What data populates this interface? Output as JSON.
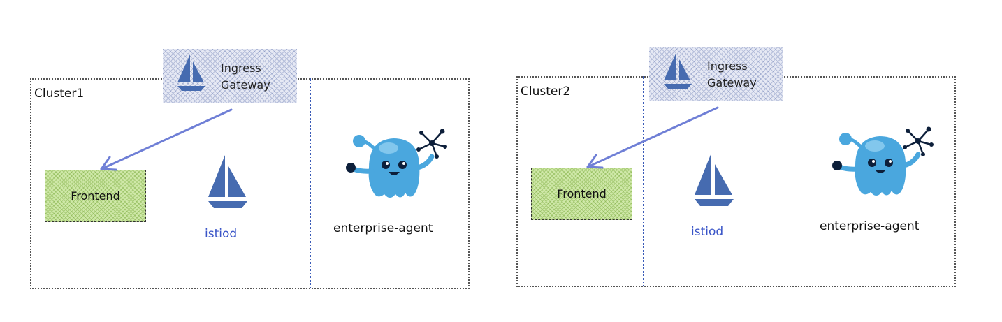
{
  "colors": {
    "cluster_border": "#555555",
    "divider": "#3a5bb8",
    "istio_blue": "#466bb0",
    "arrow": "#6f7fd6",
    "frontend_fill": "#cfe8a8",
    "gateway_fill": "#e6e9f4",
    "mascot_blue": "#4aa7de",
    "istiod_text": "#3a55c8"
  },
  "clusters": [
    {
      "label": "Cluster1",
      "gateway_label": "Ingress\nGateway",
      "frontend_label": "Frontend",
      "istiod_label": "istiod",
      "agent_label": "enterprise-agent"
    },
    {
      "label": "Cluster2",
      "gateway_label": "Ingress\nGateway",
      "frontend_label": "Frontend",
      "istiod_label": "istiod",
      "agent_label": "enterprise-agent"
    }
  ],
  "icons": {
    "gateway": "istio-sail-icon",
    "istiod": "istio-sail-icon",
    "agent": "gloo-mascot-icon",
    "graph": "network-graph-icon"
  }
}
